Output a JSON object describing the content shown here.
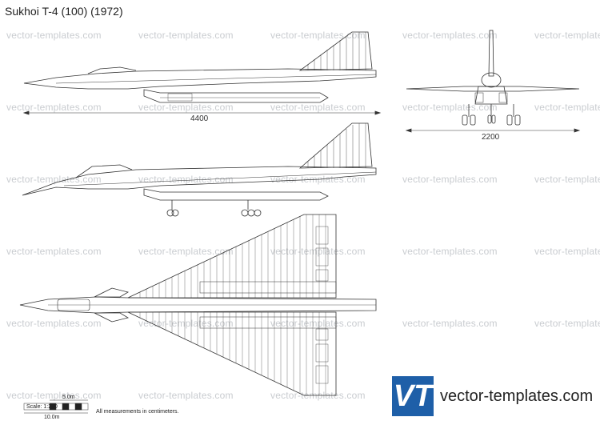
{
  "title": "Sukhoi T-4 (100) (1972)",
  "watermark": "vector-templates.com",
  "dimensions": {
    "length": "4400",
    "span": "2200"
  },
  "scale": {
    "label": "Scale: 1:250",
    "five": "5.0m",
    "ten": "10.0m"
  },
  "note": "All measurements in centimeters.",
  "logo": {
    "mark": "VT",
    "text": "vector-templates.com"
  },
  "colors": {
    "brand": "#1e5fa8",
    "watermark": "#c9ccd0",
    "line": "#333333"
  }
}
